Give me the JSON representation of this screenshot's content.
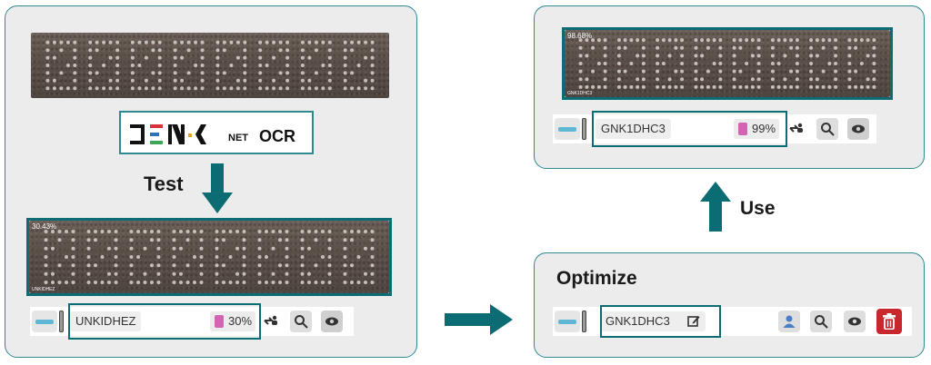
{
  "logo": {
    "brand": "DENK",
    "net": "NET",
    "ocr": "OCR"
  },
  "left": {
    "test_label": "Test",
    "result": {
      "confidence_overlay": "30.43%",
      "tiny_label": "UNKIDHEZ",
      "text": "UNKIDHEZ",
      "confidence": "30%"
    }
  },
  "top_right": {
    "result": {
      "confidence_overlay": "98.68%",
      "tiny_label": "GNK1DHC3",
      "text": "GNK1DHC3",
      "confidence": "99%"
    }
  },
  "bottom_right": {
    "title": "Optimize",
    "text": "GNK1DHC3"
  },
  "use_label": "Use",
  "colors": {
    "teal": "#0b6c73",
    "panel": "#ececec",
    "delete": "#c8282d",
    "chip": "#d264b4",
    "person": "#4a7fc8"
  }
}
